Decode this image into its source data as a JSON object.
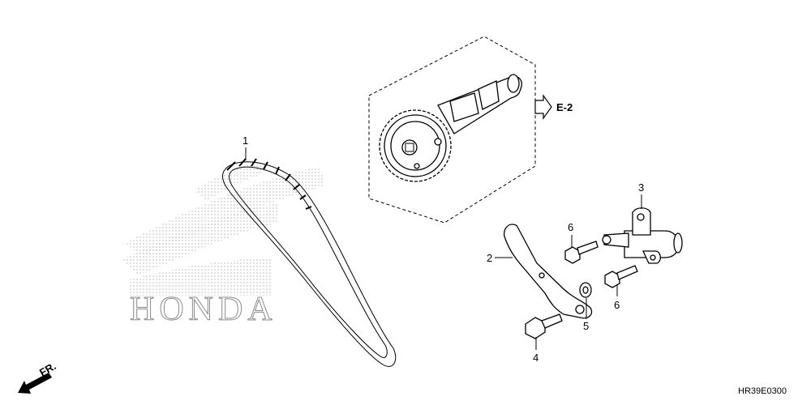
{
  "diagram": {
    "callouts": {
      "c1": "1",
      "c2": "2",
      "c3": "3",
      "c4": "4",
      "c5": "5",
      "c6a": "6",
      "c6b": "6"
    },
    "reference_label": "E-2",
    "front_label": "FR.",
    "watermark_text": "HONDA",
    "figure_code": "HR39E0300"
  }
}
